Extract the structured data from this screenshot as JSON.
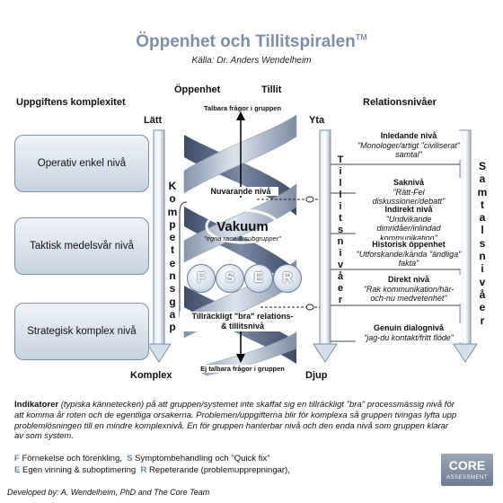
{
  "title": "Öppenhet och Tillitspiralen",
  "title_mark": "TM",
  "source": "Källa: Dr. Anders Wendelheim",
  "left_header": "Uppgiftens komplexitet",
  "left_top_label": "Lätt",
  "left_bottom_label": "Komplex",
  "levels": [
    "Operativ enkel nivå",
    "Taktisk medelsvår nivå",
    "Strategisk komplex nivå"
  ],
  "kompetensgap": [
    "K",
    "o",
    "m",
    "p",
    "e",
    "t",
    "e",
    "n",
    "s",
    "g",
    "a",
    "p"
  ],
  "center_header_left": "Öppenhet",
  "center_header_right": "Tillit",
  "top_question": "Talbara frågor i gruppen",
  "bottom_question": "Ej talbara frågor i gruppen",
  "current_level": "Nuvarande nivå",
  "vakuum": "Vakuum",
  "vakuum_sub": "\"egna race & subgrupper\"",
  "circles": [
    "F",
    "S",
    "E",
    "R"
  ],
  "sufficient_level": "Tillräckligt \"bra\" relations-\n& tillitsnivå",
  "depth_top": "Yta",
  "depth_bottom": "Djup",
  "tillitsnivaer": [
    "T",
    "i",
    "l",
    "l",
    "i",
    "t",
    "s",
    "n",
    "i",
    "v",
    "å",
    "e",
    "r"
  ],
  "right_header": "Relationsnivåer",
  "samtalsnivaer": [
    "S",
    "a",
    "m",
    "t",
    "a",
    "l",
    "s",
    "n",
    "i",
    "v",
    "å",
    "e",
    "r"
  ],
  "relations": [
    {
      "name": "Inledande nivå",
      "quote": "\"Monologer/artigt \"civiliserat\" samtal\""
    },
    {
      "name": "Saknivå",
      "quote": "\"Rätt-Fel diskussioner/debatt\""
    },
    {
      "name": "Indirekt nivå",
      "quote": "\"Undvikande dimridåer/inlindad kommunikation\""
    },
    {
      "name": "Historisk öppenhet",
      "quote": "\"Utforskande/kända \"ändliga\" fakta\""
    },
    {
      "name": "Direkt nivå",
      "quote": "\"Rak kommunikation/här-och-nu medvetenhet\""
    },
    {
      "name": "Genuin dialognivå",
      "quote": "\"jag-du kontakt/fritt flöde\""
    }
  ],
  "indicators_bold": "Indikatorer",
  "indicators_text": " (typiska kännetecken) på att gruppen/systemet inte skaffat sig en tillräckligt \"bra\" processmässig nivå för att komma år roten och de egentliga orsakerna. Problemen/uppgifterna blir för komplexa så gruppen tvingas lyfta upp problemlösningen till en mindre komplexnivå. En för gruppen hanterbar nivå och den enda nivå som gruppen klarar av som system.",
  "legend": [
    {
      "key": "F",
      "text": "Förnekelse och förenkling,"
    },
    {
      "key": "S",
      "text": "Symptombehandling och \"Quick fix\""
    },
    {
      "key": "E",
      "text": "Egen vinning & suboptimering"
    },
    {
      "key": "R",
      "text": "Repeterande (problemupprepningar),"
    }
  ],
  "developed_by": "Developed by: A. Wendelheim, PhD and The Core Team",
  "logo_main": "CORE",
  "logo_sub": "ASSESSMENT"
}
